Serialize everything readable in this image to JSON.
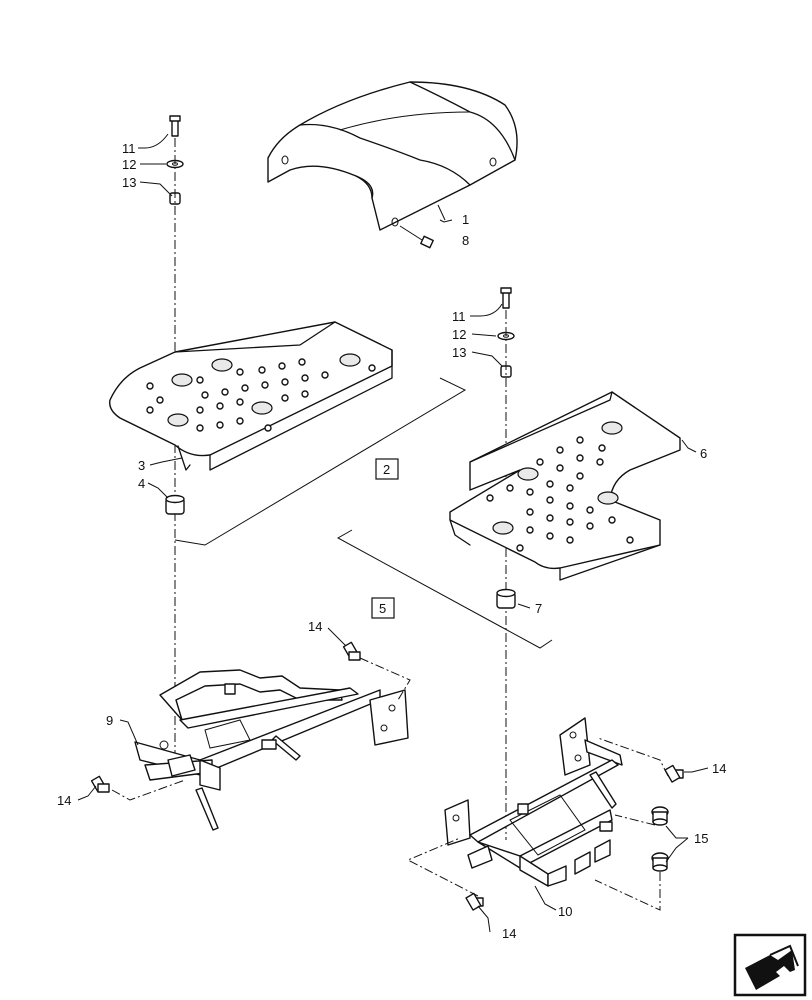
{
  "callouts": {
    "c1": "1",
    "c8": "8",
    "c11a": "11",
    "c12a": "12",
    "c13a": "13",
    "c3": "3",
    "c4": "4",
    "c2": "2",
    "c11b": "11",
    "c12b": "12",
    "c13b": "13",
    "c6": "6",
    "c5": "5",
    "c7": "7",
    "c14a": "14",
    "c9": "9",
    "c14b": "14",
    "c14c": "14",
    "c15": "15",
    "c10": "10",
    "c14d": "14"
  },
  "icons": {
    "navigation": "next-page-arrow-icon"
  }
}
